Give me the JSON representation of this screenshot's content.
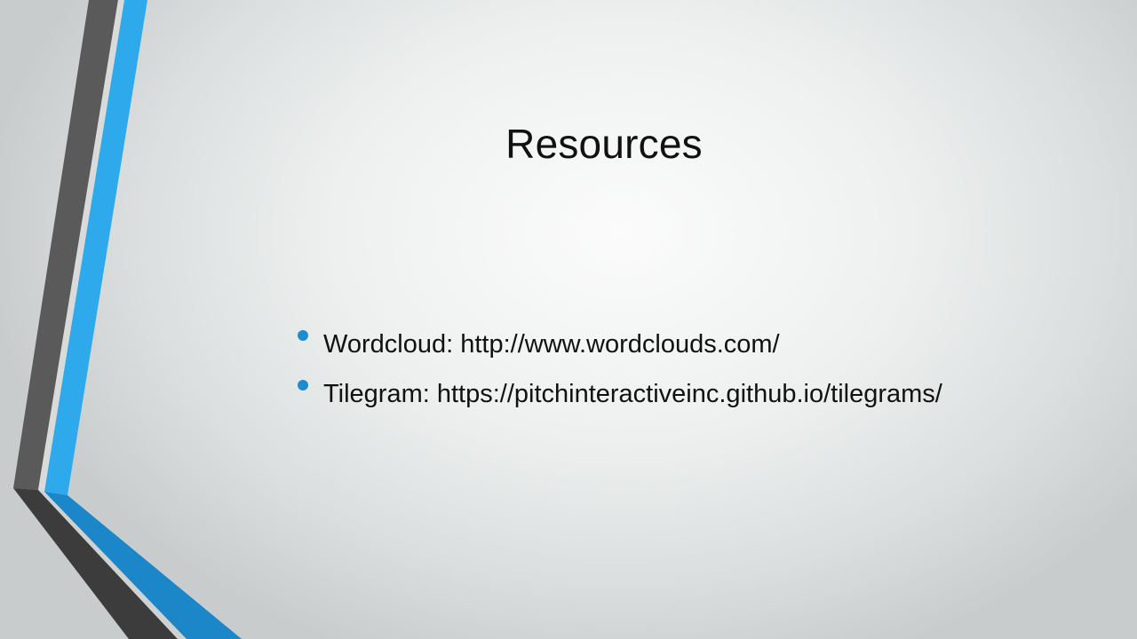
{
  "slide": {
    "title": "Resources",
    "bullets": [
      "Wordcloud: http://www.wordclouds.com/",
      "Tilegram: https://pitchinteractiveinc.github.io/tilegrams/"
    ]
  },
  "colors": {
    "accent_blue": "#2eaaec",
    "accent_blue_dark": "#1b86c8",
    "stripe_gray": "#5a5a5a",
    "stripe_dark": "#3a3a3a",
    "bullet": "#1f8ccf"
  }
}
